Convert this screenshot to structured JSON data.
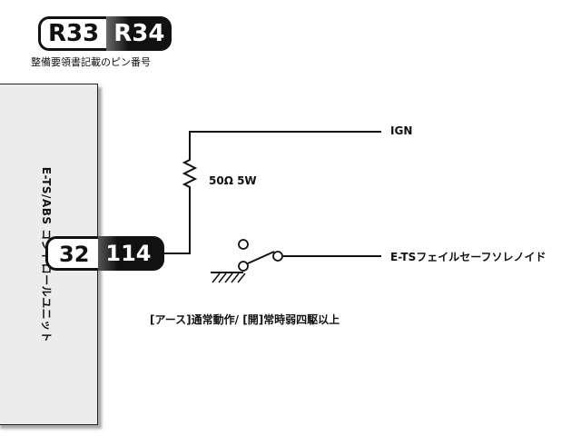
{
  "header": {
    "badge_left": "R33",
    "badge_right": "R34",
    "caption": "整備要領書記載のピン番号"
  },
  "ecu": {
    "label": "E-TS/ABS コントロールユニット",
    "pin_left": "32",
    "pin_right": "114"
  },
  "wires": {
    "ign_label": "IGN",
    "resistor_label": "50Ω 5W",
    "solenoid_label": "E-TSフェイルセーフソレノイド"
  },
  "switch": {
    "note": "[アース]通常動作/ [開]常時弱四駆以上"
  },
  "colors": {
    "line": "#111111",
    "box_fill": "#ececec"
  }
}
